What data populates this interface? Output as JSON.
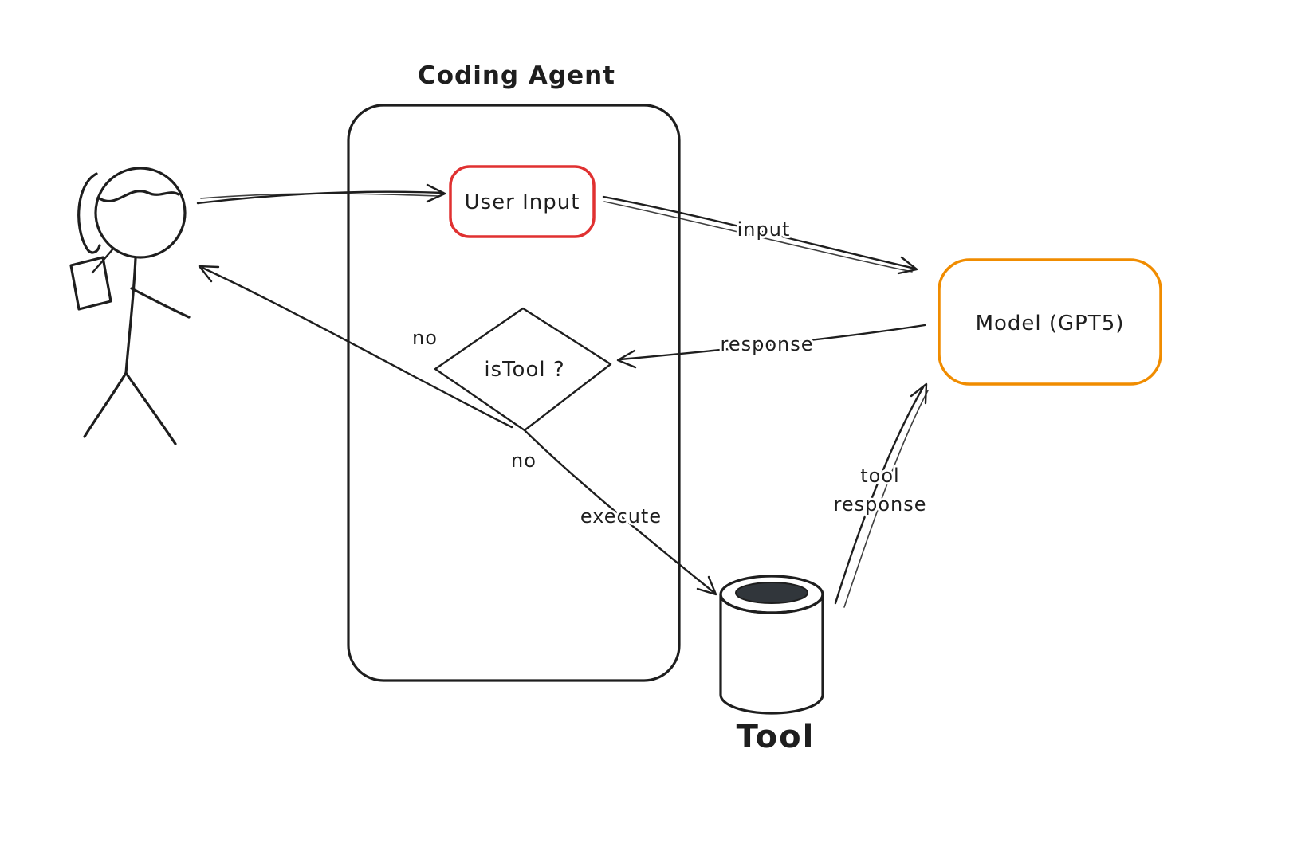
{
  "diagram": {
    "title": "Coding Agent",
    "nodes": {
      "user_input": "User Input",
      "model": "Model (GPT5)",
      "decision": "isTool ?",
      "tool": "Tool"
    },
    "labels": {
      "input": "input",
      "response": "response",
      "no_to_user": "no",
      "no_to_tool": "no",
      "execute": "execute",
      "tool_response_line1": "tool",
      "tool_response_line2": "response"
    },
    "colors": {
      "ink": "#1e1e1e",
      "user_input_stroke": "#e03131",
      "model_stroke": "#f08c00",
      "tool_body_fill": "#ced4da",
      "tool_rim_fill": "#f1f3f5",
      "tool_opening_fill": "#31363b",
      "background": "#ffffff"
    }
  }
}
